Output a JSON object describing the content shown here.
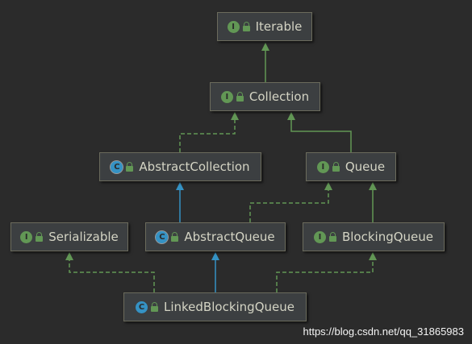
{
  "nodes": {
    "iterable": {
      "label": "Iterable",
      "kind": "I"
    },
    "collection": {
      "label": "Collection",
      "kind": "I"
    },
    "abstract_collection": {
      "label": "AbstractCollection",
      "kind": "C"
    },
    "queue": {
      "label": "Queue",
      "kind": "I"
    },
    "serializable": {
      "label": "Serializable",
      "kind": "I"
    },
    "abstract_queue": {
      "label": "AbstractQueue",
      "kind": "C"
    },
    "blocking_queue": {
      "label": "BlockingQueue",
      "kind": "I"
    },
    "linked_blocking_queue": {
      "label": "LinkedBlockingQueue",
      "kind": "C"
    }
  },
  "watermark": "https://blog.csdn.net/qq_31865983",
  "colors": {
    "background": "#2b2b2b",
    "node_fill": "#3c3f41",
    "implements_edge": "#629755",
    "extends_edge": "#3592c4"
  }
}
